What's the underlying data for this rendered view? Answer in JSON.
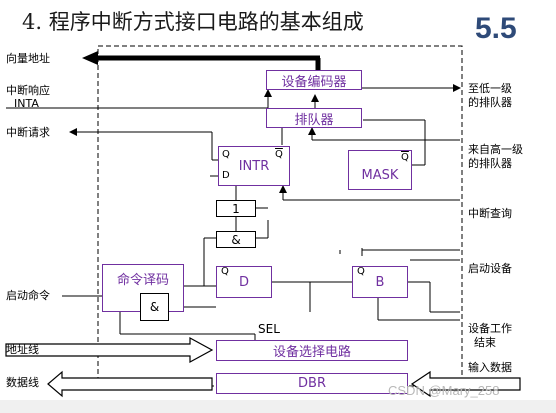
{
  "title": "4. 程序中断方式接口电路的基本组成",
  "section": "5.5",
  "left_labels": {
    "addr_vector": "向量地址",
    "int_ack_line1": "中断响应",
    "int_ack_line2": "INTA",
    "int_req": "中断请求",
    "start_cmd": "启动命令",
    "addr_bus": "地址线",
    "data_bus": "数据线"
  },
  "right_labels": {
    "to_lower_line1": "至低一级",
    "to_lower_line2": "的排队器",
    "from_higher_line1": "来自高一级",
    "from_higher_line2": "的排队器",
    "int_query": "中断查询",
    "start_device": "启动设备",
    "device_done_line1": "设备工作",
    "device_done_line2": "结束",
    "input_data": "输入数据"
  },
  "blocks": {
    "encoder": "设备编码器",
    "queue": "排队器",
    "intr": "INTR",
    "mask": "MASK",
    "one": "1",
    "and_gate": "&",
    "cmd_decoder": "命令译码",
    "and_gate2": "&",
    "d_ff": "D",
    "b_ff": "B",
    "dev_select": "设备选择电路",
    "dbr": "DBR",
    "sel": "SEL"
  },
  "pins": {
    "q": "Q",
    "q_bar": "Q",
    "d": "D"
  },
  "watermark": "CSDN @Mary_258"
}
